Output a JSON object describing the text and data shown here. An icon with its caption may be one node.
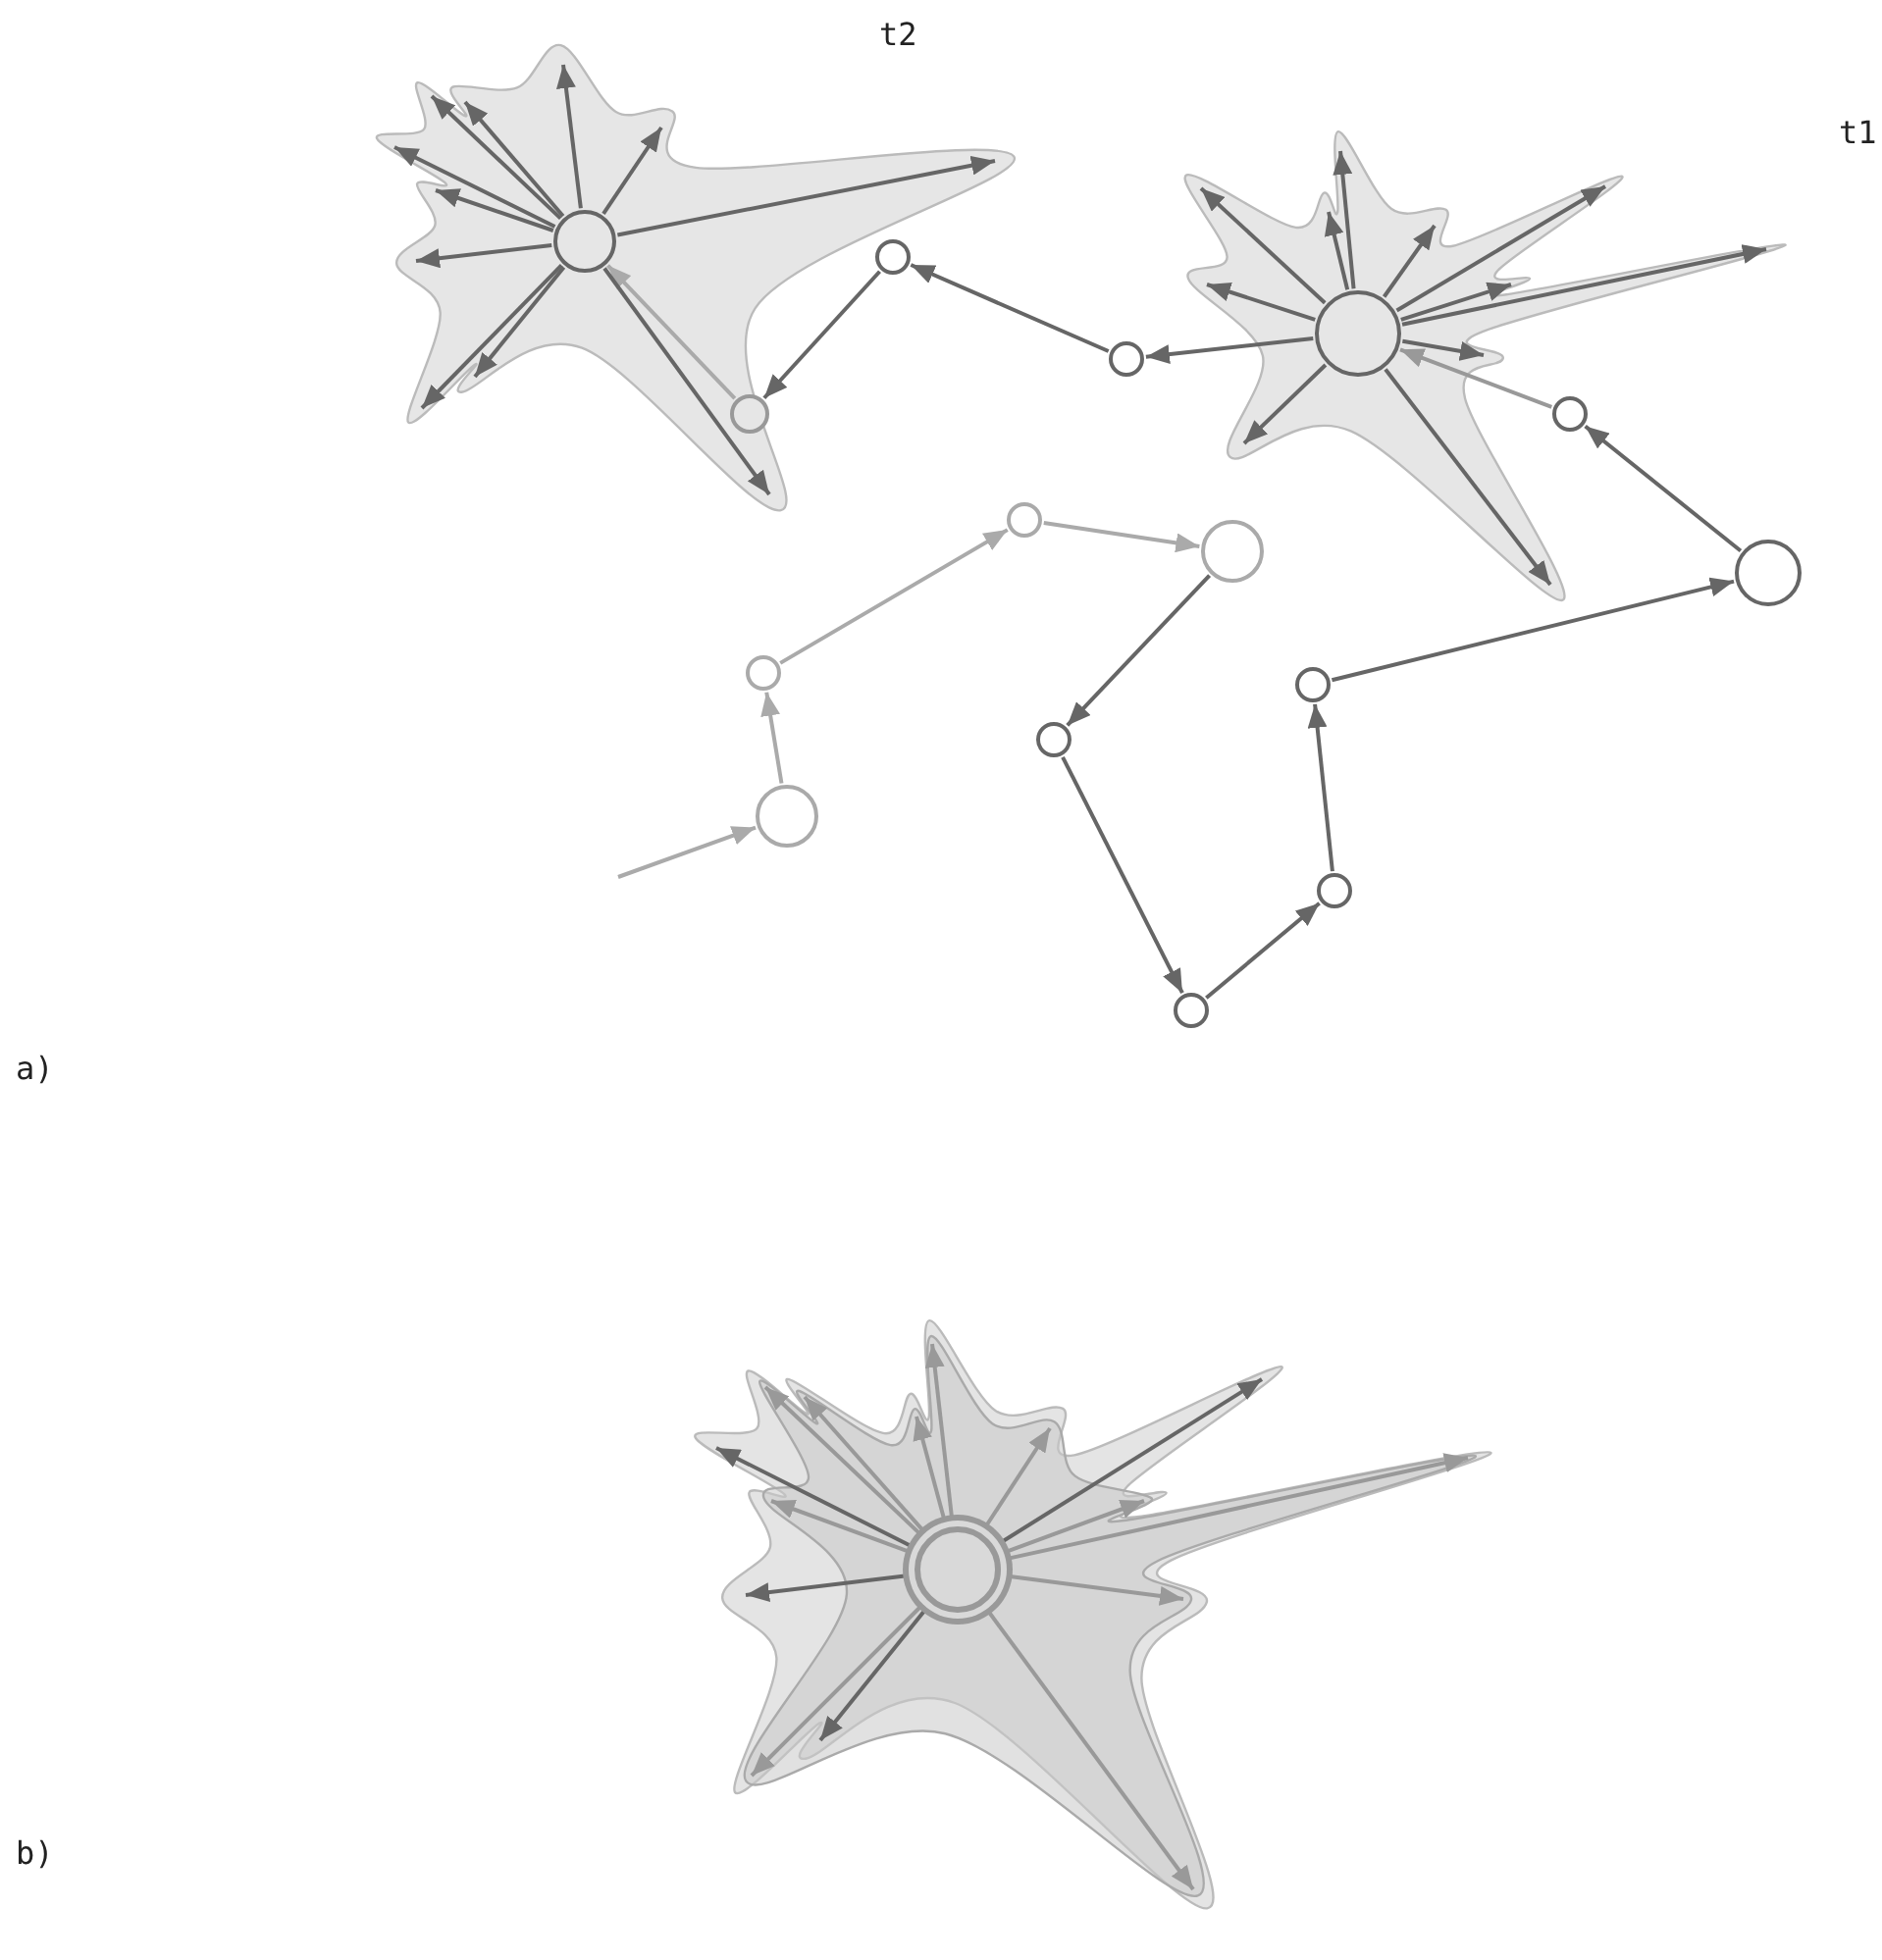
{
  "diagram": {
    "nodes": [
      {
        "text": [],
        "shape": "circle"
      },
      {
        "text": [],
        "shape": "circle"
      },
      {
        "text": [],
        "shape": "circle"
      },
      {
        "text": [],
        "shape": "circle"
      },
      {
        "text": [],
        "shape": "circle"
      },
      {
        "text": [],
        "shape": "circle"
      },
      {
        "text": [],
        "shape": "circle"
      },
      {
        "text": [],
        "shape": "circle"
      },
      {
        "text": [],
        "shape": "circle"
      },
      {
        "text": [],
        "shape": "circle"
      },
      {
        "text": [],
        "shape": "circle"
      },
      {
        "text": [],
        "shape": "circle"
      },
      {
        "text": [],
        "shape": "circle"
      },
      {
        "text": [],
        "shape": "circle"
      },
      {
        "text": [],
        "shape": "circle"
      },
      {
        "text": [],
        "shape": "circle"
      }
    ],
    "edges": [
      {
        "from": null,
        "to": 12,
        "arrow": "to",
        "color": "#aaaaaa"
      },
      {
        "from": 12,
        "to": 10,
        "arrow": "to",
        "color": "#aaaaaa"
      },
      {
        "from": 10,
        "to": 6,
        "arrow": "to",
        "color": "#aaaaaa"
      },
      {
        "from": 6,
        "to": 7,
        "arrow": "to",
        "color": "#aaaaaa"
      },
      {
        "from": 7,
        "to": 11,
        "arrow": "to"
      },
      {
        "from": 11,
        "to": 14,
        "arrow": "to"
      },
      {
        "from": 14,
        "to": 13,
        "arrow": "to"
      },
      {
        "from": 13,
        "to": 9,
        "arrow": "to"
      },
      {
        "from": 9,
        "to": 8,
        "arrow": "to"
      },
      {
        "from": 8,
        "to": 4,
        "arrow": "to"
      },
      {
        "from": 4,
        "to": 3,
        "arrow": "to",
        "color": "#999999"
      },
      {
        "from": 3,
        "to": 2,
        "arrow": "to"
      },
      {
        "from": 2,
        "to": 1,
        "arrow": "to"
      },
      {
        "from": 1,
        "to": 5,
        "arrow": "to"
      },
      {
        "from": 5,
        "to": 0,
        "arrow": "to",
        "color": "#aaaaaa"
      },
      {
        "from": 0,
        "to": null,
        "arrow": "to"
      },
      {
        "from": 0,
        "to": null,
        "arrow": "to"
      },
      {
        "from": 0,
        "to": null,
        "arrow": "to"
      },
      {
        "from": 0,
        "to": null,
        "arrow": "to"
      },
      {
        "from": 0,
        "to": null,
        "arrow": "to"
      },
      {
        "from": 0,
        "to": null,
        "arrow": "to"
      },
      {
        "from": 0,
        "to": null,
        "arrow": "to"
      },
      {
        "from": 0,
        "to": null,
        "arrow": "to"
      },
      {
        "from": 0,
        "to": null,
        "arrow": "to"
      },
      {
        "from": 0,
        "to": null,
        "arrow": "to"
      },
      {
        "from": 0,
        "to": null,
        "arrow": "to"
      },
      {
        "from": 3,
        "to": null,
        "arrow": "to"
      },
      {
        "from": 3,
        "to": null,
        "arrow": "to"
      },
      {
        "from": 3,
        "to": null,
        "arrow": "to"
      },
      {
        "from": 3,
        "to": null,
        "arrow": "to"
      },
      {
        "from": 3,
        "to": null,
        "arrow": "to"
      },
      {
        "from": 3,
        "to": null,
        "arrow": "to"
      },
      {
        "from": 3,
        "to": null,
        "arrow": "to"
      },
      {
        "from": 3,
        "to": null,
        "arrow": "to"
      },
      {
        "from": 3,
        "to": null,
        "arrow": "to"
      },
      {
        "from": 3,
        "to": null,
        "arrow": "to"
      },
      {
        "from": 3,
        "to": null,
        "arrow": "to"
      },
      {
        "from": 15,
        "to": null,
        "arrow": "to"
      },
      {
        "from": 15,
        "to": null,
        "arrow": "to"
      },
      {
        "from": 15,
        "to": null,
        "arrow": "to"
      },
      {
        "from": 15,
        "to": null,
        "arrow": "to"
      },
      {
        "from": 15,
        "to": null,
        "arrow": "to",
        "color": "#999999"
      },
      {
        "from": 15,
        "to": null,
        "arrow": "to",
        "color": "#999999"
      },
      {
        "from": 15,
        "to": null,
        "arrow": "to",
        "color": "#999999"
      },
      {
        "from": 15,
        "to": null,
        "arrow": "to",
        "color": "#999999"
      },
      {
        "from": 15,
        "to": null,
        "arrow": "to",
        "color": "#999999"
      },
      {
        "from": 15,
        "to": null,
        "arrow": "to",
        "color": "#999999"
      },
      {
        "from": 15,
        "to": null,
        "arrow": "to",
        "color": "#999999"
      },
      {
        "from": 15,
        "to": null,
        "arrow": "to",
        "color": "#999999"
      },
      {
        "from": 15,
        "to": null,
        "arrow": "to",
        "color": "#999999"
      },
      {
        "from": 15,
        "to": null,
        "arrow": "to",
        "color": "#999999"
      },
      {
        "from": 15,
        "to": null,
        "arrow": "to",
        "color": "#999999"
      }
    ],
    "labels": [
      "t2",
      "t1",
      "a)",
      "b)"
    ]
  }
}
